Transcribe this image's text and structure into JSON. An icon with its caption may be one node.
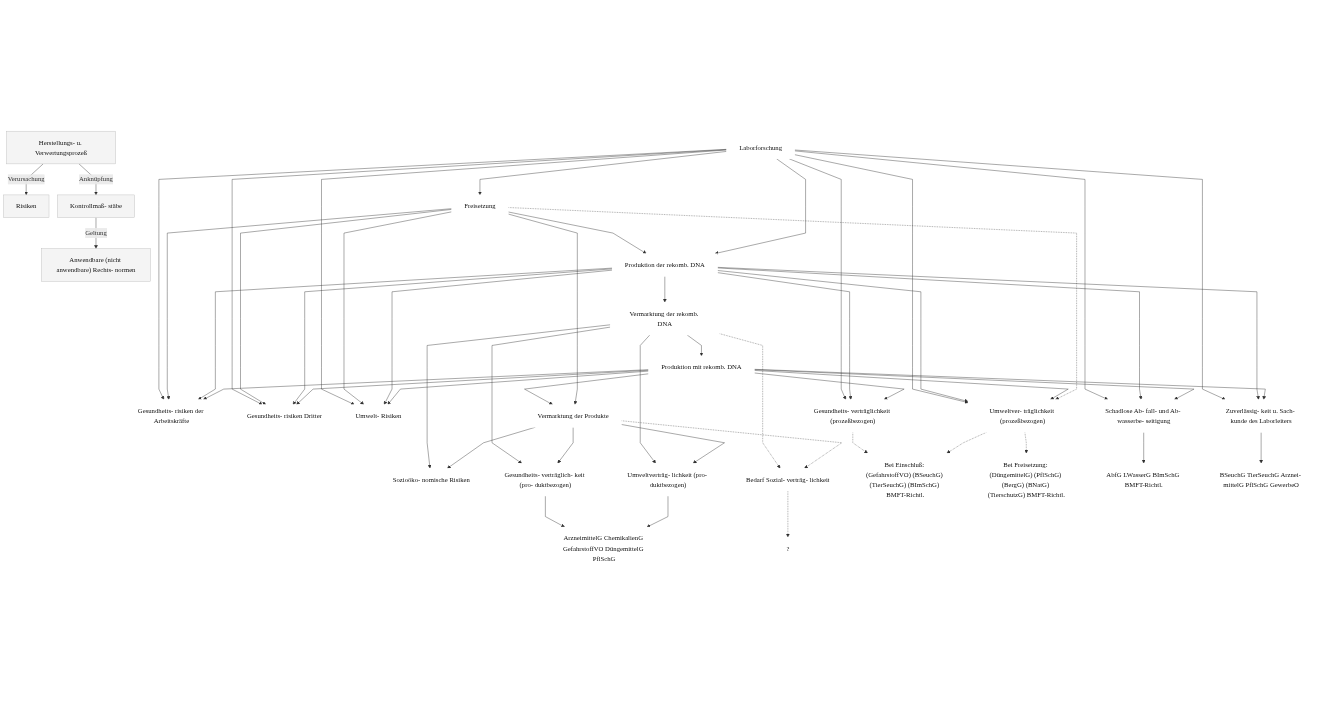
{
  "diagram": {
    "nodes": [
      {
        "text": [
          "Risiken"
        ]
      },
      {
        "text": [
          "Herstellungs- u. Verwertungsprozeß"
        ]
      },
      {
        "text": [
          "Kontrollmaß- stäbe"
        ]
      },
      {
        "text": [
          "Anwendbare (nicht anwendbare) Rechts- normen"
        ]
      },
      {
        "text": [
          "Gesundheits- risiken der Arbeitskräfte"
        ]
      },
      {
        "text": [
          "Gesundheits- risiken Dritter"
        ]
      },
      {
        "text": [
          "Umwelt- Risiken"
        ]
      },
      {
        "text": [
          "Sozioöko- nomische Risiken"
        ]
      },
      {
        "text": [
          "Laborforschung"
        ]
      },
      {
        "text": [
          "Freisetzung"
        ]
      },
      {
        "text": [
          "Produktion der rekomb. DNA"
        ]
      },
      {
        "text": [
          "Vermarktung der rekomb. DNA"
        ]
      },
      {
        "text": [
          "Produktion mit rekomb. DNA"
        ]
      },
      {
        "text": [
          "Vermarktung der Produkte"
        ]
      },
      {
        "text": [
          "Gesundheits- verträglichkeit (prozeßbezogen)"
        ]
      },
      {
        "text": [
          "Umweltver- träglichkeit (prozeßbezogen)"
        ]
      },
      {
        "text": [
          "Schadlose Ab- fall- und Ab- wasserbe- seitigung"
        ]
      },
      {
        "text": [
          "Zuverlässig- keit u. Sach- kunde des Laborleiters"
        ]
      },
      {
        "text": [
          "Gesundheits- verträglich- keit (pro- duktbezogen)"
        ]
      },
      {
        "text": [
          "Umweltverträg- lichkeit (pro- duktbezogen)"
        ]
      },
      {
        "text": [
          "Bedarf Sozial- verträg- lichkeit"
        ]
      },
      {
        "text": [
          "Bei Einschluß: (GefahrstoffVO) (BSeuchG) (TierSeuchG) (BImSchG) BMFT-Richtl."
        ]
      },
      {
        "text": [
          "Bei Freisetzung: (DüngemittelG) (PflSchG) (BergG) (BNatG) (TierschutzG) BMFT-Richtl."
        ]
      },
      {
        "text": [
          "AbfG LWasserG BImSchG BMFT-Richtl."
        ]
      },
      {
        "text": [
          "BSeuchG TierSeuchG Arznei- mittelG PflSchG GewerbeO"
        ]
      },
      {
        "text": [
          "ArzneimittelG ChemikalienG GefahrstoffVO DüngemittelG PflSchG"
        ]
      },
      {
        "text": [
          "?"
        ]
      }
    ],
    "edges": [
      {
        "from": 1,
        "to": 0,
        "arrow": "to",
        "label": "Verursachung"
      },
      {
        "from": 1,
        "to": 2,
        "arrow": "to",
        "label": "Anknüpfung"
      },
      {
        "from": 2,
        "to": 3,
        "arrow": "to",
        "label": "Geltung"
      },
      {
        "from": 8,
        "to": 9,
        "arrow": "to"
      },
      {
        "from": 9,
        "to": 10,
        "arrow": "to"
      },
      {
        "from": 10,
        "to": 11,
        "arrow": "to"
      },
      {
        "from": 11,
        "to": 12,
        "arrow": "to"
      },
      {
        "from": 12,
        "to": 13,
        "arrow": "to"
      },
      {
        "from": 8,
        "to": 10,
        "arrow": "to"
      },
      {
        "from": 9,
        "to": 13,
        "arrow": "to"
      },
      {
        "from": 8,
        "to": 4,
        "arrow": "to"
      },
      {
        "from": 8,
        "to": 5,
        "arrow": "to"
      },
      {
        "from": 8,
        "to": 6,
        "arrow": "to"
      },
      {
        "from": 9,
        "to": 4,
        "arrow": "to"
      },
      {
        "from": 9,
        "to": 5,
        "arrow": "to"
      },
      {
        "from": 9,
        "to": 6,
        "arrow": "to"
      },
      {
        "from": 10,
        "to": 4,
        "arrow": "to"
      },
      {
        "from": 10,
        "to": 5,
        "arrow": "to"
      },
      {
        "from": 10,
        "to": 6,
        "arrow": "to"
      },
      {
        "from": 12,
        "to": 4,
        "arrow": "to"
      },
      {
        "from": 12,
        "to": 5,
        "arrow": "to"
      },
      {
        "from": 12,
        "to": 6,
        "arrow": "to"
      },
      {
        "from": 11,
        "to": 7,
        "arrow": "to"
      },
      {
        "from": 13,
        "to": 7,
        "arrow": "to"
      },
      {
        "from": 8,
        "to": 14,
        "arrow": "to"
      },
      {
        "from": 8,
        "to": 15,
        "arrow": "to"
      },
      {
        "from": 8,
        "to": 16,
        "arrow": "to"
      },
      {
        "from": 8,
        "to": 17,
        "arrow": "to"
      },
      {
        "from": 10,
        "to": 14,
        "arrow": "to"
      },
      {
        "from": 10,
        "to": 15,
        "arrow": "to"
      },
      {
        "from": 10,
        "to": 16,
        "arrow": "to"
      },
      {
        "from": 10,
        "to": 17,
        "arrow": "to"
      },
      {
        "from": 12,
        "to": 14,
        "arrow": "to"
      },
      {
        "from": 12,
        "to": 15,
        "arrow": "to"
      },
      {
        "from": 12,
        "to": 16,
        "arrow": "to"
      },
      {
        "from": 12,
        "to": 17,
        "arrow": "to"
      },
      {
        "from": 9,
        "to": 15,
        "arrow": "to",
        "style": "dashed"
      },
      {
        "from": 11,
        "to": 18,
        "arrow": "to"
      },
      {
        "from": 11,
        "to": 19,
        "arrow": "to"
      },
      {
        "from": 13,
        "to": 18,
        "arrow": "to"
      },
      {
        "from": 13,
        "to": 19,
        "arrow": "to"
      },
      {
        "from": 11,
        "to": 20,
        "arrow": "to",
        "style": "dashed"
      },
      {
        "from": 13,
        "to": 20,
        "arrow": "to",
        "style": "dashed"
      },
      {
        "from": 14,
        "to": 21,
        "arrow": "to",
        "style": "dashed"
      },
      {
        "from": 15,
        "to": 21,
        "arrow": "to",
        "style": "dashed"
      },
      {
        "from": 15,
        "to": 22,
        "arrow": "to",
        "style": "dashed"
      },
      {
        "from": 16,
        "to": 23,
        "arrow": "to"
      },
      {
        "from": 17,
        "to": 24,
        "arrow": "to"
      },
      {
        "from": 18,
        "to": 25,
        "arrow": "to"
      },
      {
        "from": 19,
        "to": 25,
        "arrow": "to"
      },
      {
        "from": 20,
        "to": 26,
        "arrow": "to",
        "style": "dashed"
      }
    ]
  }
}
